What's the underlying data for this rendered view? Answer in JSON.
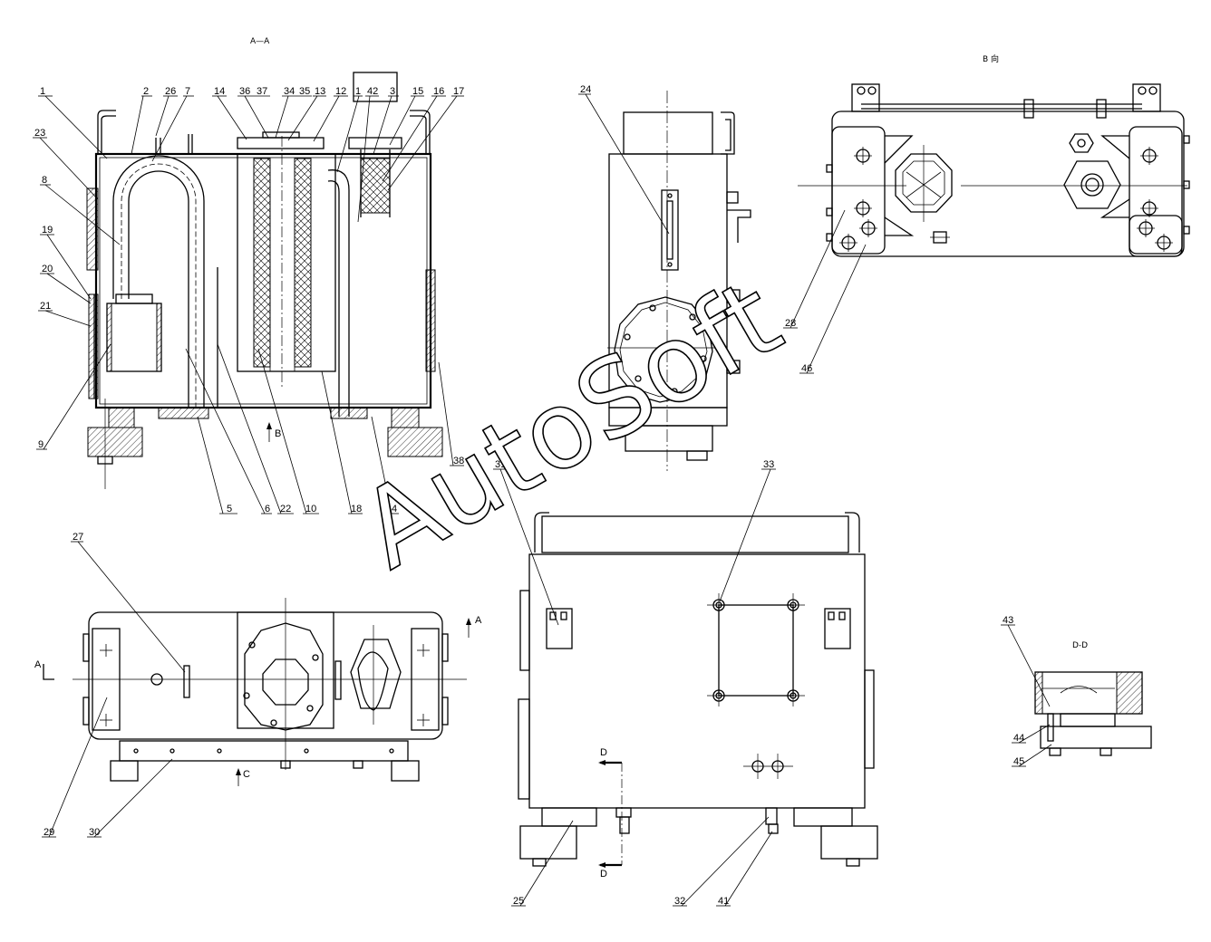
{
  "view_titles": {
    "section_aa": "A—A",
    "view_b": "B 向",
    "section_dd": "D-D"
  },
  "view_markers": {
    "a_left": "A",
    "a_right": "A",
    "b": "B",
    "c": "C",
    "d_top": "D",
    "d_bottom": "D"
  },
  "watermark": "AutoSoft",
  "part_labels": {
    "top_row": [
      "1",
      "2",
      "26",
      "7",
      "14",
      "36",
      "37",
      "34",
      "35",
      "13",
      "12",
      "1",
      "42",
      "3",
      "15",
      "16",
      "17"
    ],
    "left_side": [
      "23",
      "8",
      "19",
      "20",
      "21",
      "9"
    ],
    "bottom_row": [
      "5",
      "6",
      "22",
      "10",
      "18",
      "4"
    ],
    "right_side": [
      "38"
    ],
    "side_view": [
      "24"
    ],
    "view_b": [
      "28",
      "46"
    ],
    "plan_view": [
      "27",
      "29",
      "30"
    ],
    "front_view": [
      "31",
      "33",
      "25",
      "32",
      "41"
    ],
    "detail_dd": [
      "43",
      "44",
      "45"
    ]
  }
}
